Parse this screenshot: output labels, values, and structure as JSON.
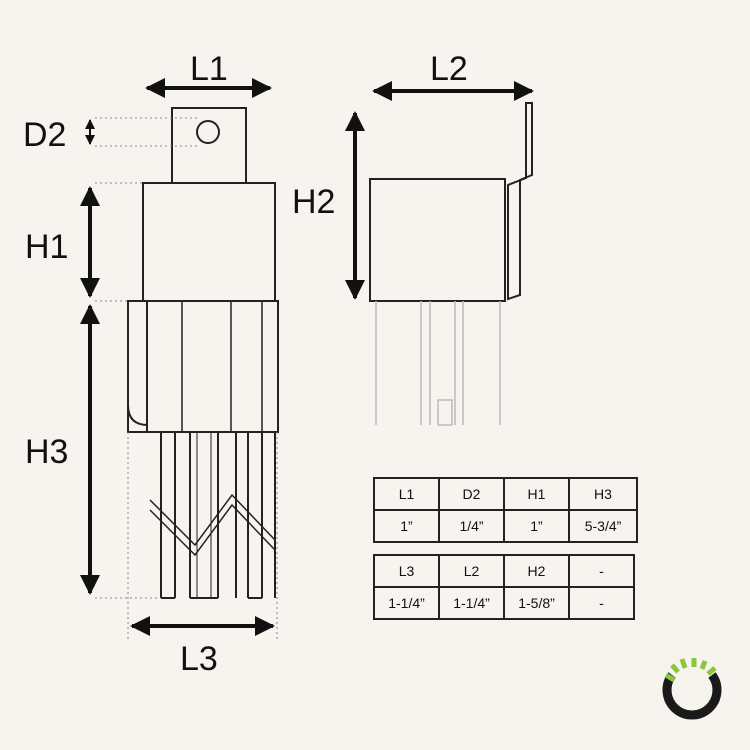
{
  "labels": {
    "l1": "L1",
    "l2": "L2",
    "l3": "L3",
    "d2": "D2",
    "h1": "H1",
    "h2": "H2",
    "h3": "H3"
  },
  "table1": {
    "headers": [
      "L1",
      "D2",
      "H1",
      "H3"
    ],
    "values": [
      "1”",
      "1/4”",
      "1”",
      "5-3/4”"
    ]
  },
  "table2": {
    "headers": [
      "L3",
      "L2",
      "H2",
      "-"
    ],
    "values": [
      "1-1/4”",
      "1-1/4”",
      "1-5/8”",
      "-"
    ]
  },
  "colors": {
    "background": "#f7f3ee",
    "line": "#222222",
    "logo_green": "#8cc63f",
    "logo_dark": "#1a1a1a"
  },
  "icons": [
    "brand-logo-icon"
  ]
}
